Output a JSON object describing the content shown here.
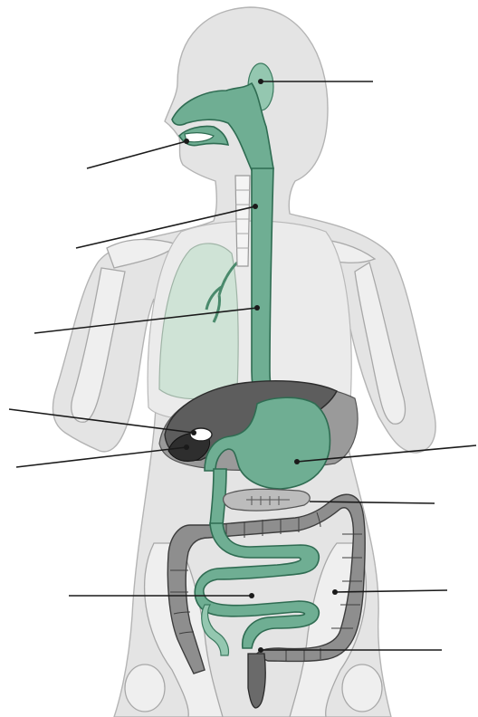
{
  "diagram": {
    "labels": [
      {
        "id": "salivary-gland",
        "text": ""
      },
      {
        "id": "mouth",
        "text": ""
      },
      {
        "id": "pharynx",
        "text": ""
      },
      {
        "id": "esophagus",
        "text": ""
      },
      {
        "id": "gallbladder",
        "text": ""
      },
      {
        "id": "liver",
        "text": ""
      },
      {
        "id": "stomach",
        "text": ""
      },
      {
        "id": "pancreas",
        "text": ""
      },
      {
        "id": "small-intestine",
        "text": ""
      },
      {
        "id": "large-intestine",
        "text": ""
      },
      {
        "id": "rectum",
        "text": ""
      }
    ],
    "colors": {
      "digestive_tract": "#6fae93",
      "liver": "#5d5d5d",
      "colon": "#8e8e8e",
      "body": "#e4e4e4",
      "lung": "#cfe3d6"
    }
  }
}
